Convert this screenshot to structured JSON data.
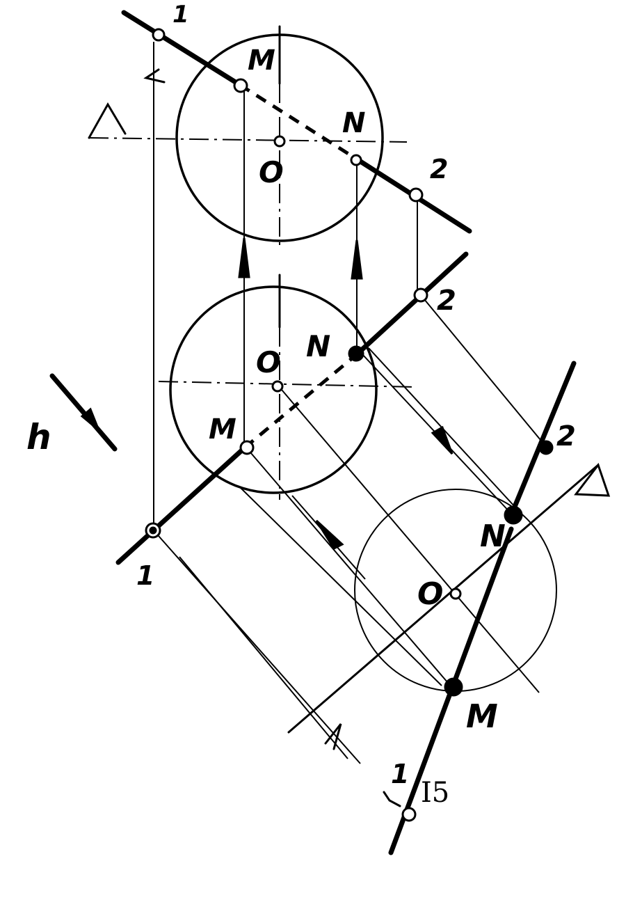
{
  "labels": {
    "top_1": "1",
    "top_M": "M",
    "top_N": "N",
    "top_O": "O",
    "top_2": "2",
    "mid_2": "2",
    "mid_O": "O",
    "mid_N": "N",
    "mid_M": "M",
    "mid_1": "1",
    "h": "h",
    "right_2": "2",
    "right_N": "N",
    "right_O": "O",
    "right_M": "M",
    "bottom_1": "1",
    "figure_number": "I5"
  }
}
